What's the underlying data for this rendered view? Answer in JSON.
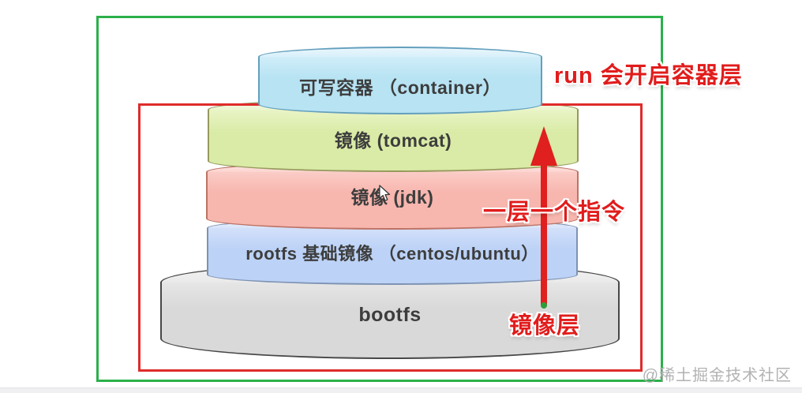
{
  "frames": {
    "outer_color": "#2bb04a",
    "inner_color": "#e02b2b"
  },
  "stack": {
    "layers": [
      {
        "label": "可写容器 （container）",
        "fill": "#b7e3f3",
        "cap": "#d0edf9",
        "border": "#649fbd"
      },
      {
        "label": "镜像  (tomcat)",
        "fill": "#d9eba6",
        "cap": "#e9f4c6",
        "border": "#97995e"
      },
      {
        "label": "镜像 (jdk)",
        "fill": "#f7b6ae",
        "cap": "#fbccc6",
        "border": "#bd7365"
      },
      {
        "label": "rootfs 基础镜像 （centos/ubuntu）",
        "fill": "#bcd2f6",
        "cap": "#d3e0fa",
        "border": "#7e93b3"
      },
      {
        "label": "bootfs",
        "fill": "#d9d9d9",
        "cap": "#e6e6e6",
        "border": "#474747"
      }
    ]
  },
  "annotations": {
    "run_note": "run 会开启容器层",
    "instruction_note": "一层一个指令",
    "image_layer_note": "镜像层",
    "text_color": "#e11c1c",
    "arrow_color": "#e01f1f"
  },
  "watermark": {
    "text": "@稀土掘金技术社区",
    "color": "#b2b2b5"
  }
}
